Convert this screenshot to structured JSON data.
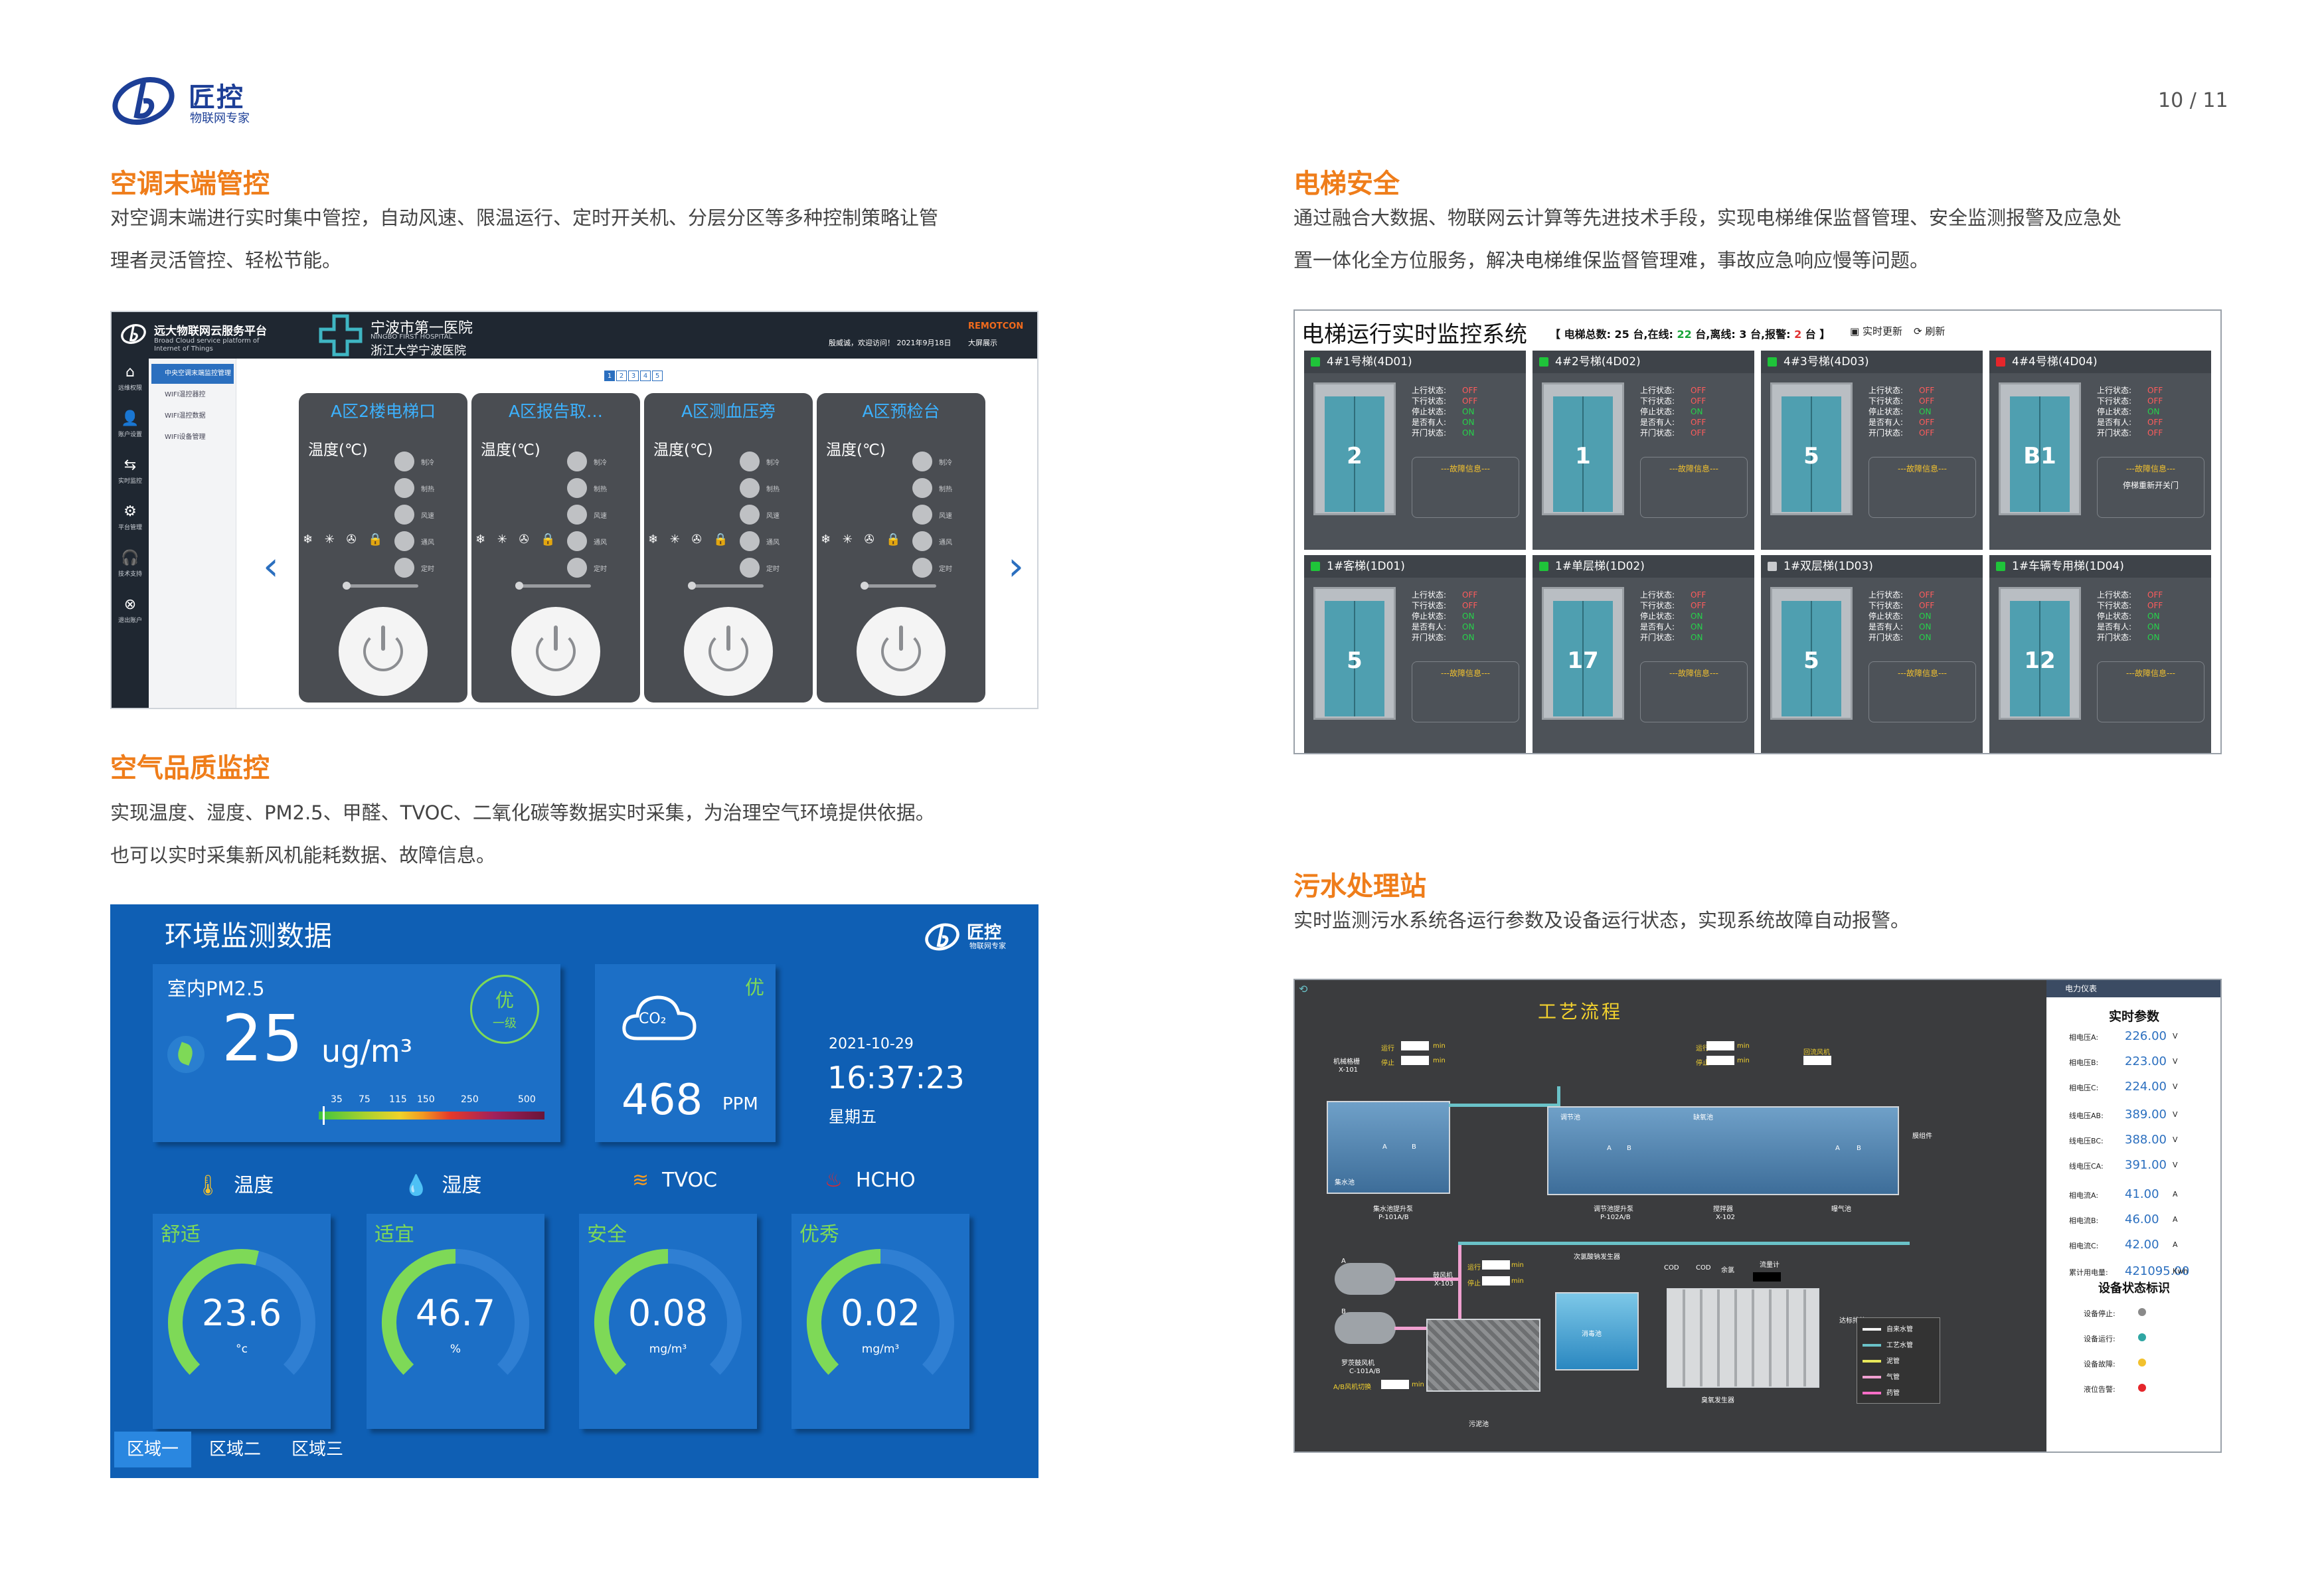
{
  "header": {
    "brand_name": "匠控",
    "brand_sub": "物联网专家",
    "page_number": "10 / 11"
  },
  "sections": {
    "ac": {
      "title": "空调末端管控",
      "text1": "对空调末端进行实时集中管控，自动风速、限温运行、定时开关机、分层分区等多种控制策略让管",
      "text2": "理者灵活管控、轻松节能。"
    },
    "elevator": {
      "title": "电梯安全",
      "text1": "通过融合大数据、物联网云计算等先进技术手段，实现电梯维保监督管理、安全监测报警及应急处",
      "text2": "置一体化全方位服务，解决电梯维保监督管理难，事故应急响应慢等问题。"
    },
    "air": {
      "title": "空气品质监控",
      "text1": "实现温度、湿度、PM2.5、甲醛、TVOC、二氧化碳等数据实时采集，为治理空气环境提供依据。",
      "text2": "也可以实时采集新风机能耗数据、故障信息。"
    },
    "sewage": {
      "title": "污水处理站",
      "text1": "实时监测污水系统各运行参数及设备运行状态，实现系统故障自动报警。"
    }
  },
  "ac_panel": {
    "platform_title": "远大物联网云服务平台",
    "platform_sub": "Broad Cloud service platform of Internet of Things",
    "hospital_name": "宁波市第一医院",
    "hospital_en": "NINGBO FIRST HOSPITAL",
    "hospital_name2": "浙江大学宁波医院",
    "user_info": "殷威诚，欢迎访问！   2021年9月18日",
    "brand": "REMOTCON",
    "big_screen": "大屏展示",
    "side_items": [
      {
        "icon": "⌂",
        "label": "远维权限"
      },
      {
        "icon": "👤",
        "label": "账户设置"
      },
      {
        "icon": "⇆",
        "label": "实时监控"
      },
      {
        "icon": "⚙",
        "label": "平台管理"
      },
      {
        "icon": "🎧",
        "label": "技术支持"
      },
      {
        "icon": "⊗",
        "label": "退出账户"
      }
    ],
    "menu_items": [
      "中央空调末端监控管理",
      "WIFI温控器控",
      "WIFI温控数据",
      "WIFI设备管理"
    ],
    "pages": [
      "1",
      "2",
      "3",
      "4",
      "5"
    ],
    "temp_label": "温度(℃)",
    "options": [
      "制冷",
      "制热",
      "风速",
      "通风",
      "定时"
    ],
    "cards": [
      {
        "title": "A区2楼电梯口"
      },
      {
        "title": "A区报告取…"
      },
      {
        "title": "A区测血压旁"
      },
      {
        "title": "A区预检台"
      }
    ],
    "icons_row": "❄ ✳ ✇ 🔒"
  },
  "elevator_panel": {
    "title": "电梯运行实时监控系统",
    "stats_total_label": "【 电梯总数: ",
    "stats_total": "25",
    "stats_online_label": " 台,在线: ",
    "stats_online": "22",
    "stats_offline_label": " 台,离线: ",
    "stats_offline": "3",
    "stats_alarm_label": " 台,报警: ",
    "stats_alarm": "2",
    "stats_end": " 台 】",
    "btn_realtime": "▣ 实时更新",
    "btn_refresh": "⟳ 刷新",
    "info_keys": [
      "上行状态:",
      "下行状态:",
      "停止状态:",
      "是否有人:",
      "开门状态:"
    ],
    "fault_title": "---故障信息---",
    "cards": [
      {
        "name": "4#1号梯(4D01)",
        "floor": "2",
        "status": "online",
        "vals": [
          "OFF",
          "OFF",
          "ON",
          "ON",
          "ON"
        ],
        "fault_msg": ""
      },
      {
        "name": "4#2号梯(4D02)",
        "floor": "1",
        "status": "online",
        "vals": [
          "OFF",
          "OFF",
          "ON",
          "OFF",
          "OFF"
        ],
        "fault_msg": ""
      },
      {
        "name": "4#3号梯(4D03)",
        "floor": "5",
        "status": "online",
        "vals": [
          "OFF",
          "OFF",
          "ON",
          "OFF",
          "OFF"
        ],
        "fault_msg": ""
      },
      {
        "name": "4#4号梯(4D04)",
        "floor": "B1",
        "status": "alarm",
        "vals": [
          "OFF",
          "OFF",
          "ON",
          "OFF",
          "OFF"
        ],
        "fault_msg": "停梯重新开关门"
      },
      {
        "name": "1#客梯(1D01)",
        "floor": "5",
        "status": "online",
        "vals": [
          "OFF",
          "OFF",
          "ON",
          "ON",
          "ON"
        ],
        "fault_msg": ""
      },
      {
        "name": "1#单层梯(1D02)",
        "floor": "17",
        "status": "online",
        "vals": [
          "OFF",
          "OFF",
          "ON",
          "ON",
          "ON"
        ],
        "fault_msg": ""
      },
      {
        "name": "1#双层梯(1D03)",
        "floor": "5",
        "status": "offline",
        "vals": [
          "OFF",
          "OFF",
          "ON",
          "ON",
          "ON"
        ],
        "fault_msg": ""
      },
      {
        "name": "1#车辆专用梯(1D04)",
        "floor": "12",
        "status": "online",
        "vals": [
          "OFF",
          "OFF",
          "ON",
          "ON",
          "ON"
        ],
        "fault_msg": ""
      }
    ],
    "colors": {
      "online": "#1fc43a",
      "alarm": "#e5262b",
      "offline": "#c9cbce"
    }
  },
  "air_panel": {
    "title": "环境监测数据",
    "logo_name": "匠控",
    "logo_sub": "物联网专家",
    "pm_label": "室内PM2.5",
    "pm_value": "25",
    "pm_unit": "ug/m³",
    "pm_grade": "优",
    "pm_grade_sub": "一级",
    "scale_marks": [
      "35",
      "75",
      "115",
      "150",
      "250",
      "500"
    ],
    "co2_label": "CO₂",
    "co2_grade": "优",
    "co2_value": "468",
    "co2_unit": "PPM",
    "date": "2021-10-29",
    "time": "16:37:23",
    "weekday": "星期五",
    "metric_labels": [
      {
        "icon": "🌡",
        "label": "温度"
      },
      {
        "icon": "💧",
        "label": "湿度"
      },
      {
        "icon": "≋",
        "label": "TVOC"
      },
      {
        "icon": "♨",
        "label": "HCHO"
      }
    ],
    "gauges": [
      {
        "grade": "舒适",
        "value": "23.6",
        "unit": "°c",
        "fill": 0.55
      },
      {
        "grade": "适宜",
        "value": "46.7",
        "unit": "%",
        "fill": 0.5
      },
      {
        "grade": "安全",
        "value": "0.08",
        "unit": "mg/m³",
        "fill": 0.5
      },
      {
        "grade": "优秀",
        "value": "0.02",
        "unit": "mg/m³",
        "fill": 0.5
      }
    ],
    "tabs": [
      "区域一",
      "区域二",
      "区域三"
    ],
    "accent": "#7ed957"
  },
  "sewage_panel": {
    "title": "工艺流程",
    "right_header": "电力仪表",
    "param_title": "实时参数",
    "params": [
      {
        "label": "相电压A:",
        "value": "226.00",
        "unit": "V"
      },
      {
        "label": "相电压B:",
        "value": "223.00",
        "unit": "V"
      },
      {
        "label": "相电压C:",
        "value": "224.00",
        "unit": "V"
      },
      {
        "label": "线电压AB:",
        "value": "389.00",
        "unit": "V"
      },
      {
        "label": "线电压BC:",
        "value": "388.00",
        "unit": "V"
      },
      {
        "label": "线电压CA:",
        "value": "391.00",
        "unit": "V"
      },
      {
        "label": "相电流A:",
        "value": "41.00",
        "unit": "A"
      },
      {
        "label": "相电流B:",
        "value": "46.00",
        "unit": "A"
      },
      {
        "label": "相电流C:",
        "value": "42.00",
        "unit": "A"
      },
      {
        "label": "累计用电量:",
        "value": "421095.00",
        "unit": "Kwh"
      }
    ],
    "legend_title": "设备状态标识",
    "legend": [
      {
        "label": "设备停止:",
        "color": "#8a8a8a"
      },
      {
        "label": "设备运行:",
        "color": "#2fa6a3"
      },
      {
        "label": "设备故障:",
        "color": "#f2c12e"
      },
      {
        "label": "液位告警:",
        "color": "#e5262b"
      }
    ],
    "labels": {
      "grid": "机械格栅",
      "grid_code": "X-101",
      "run": "运行",
      "stop": "停止",
      "min": "min",
      "collect": "集水池",
      "pump1": "集水池提升泵",
      "pump1_code": "P-101A/B",
      "adjust": "调节池",
      "contact": "缺氧池",
      "pump2": "调节池提升泵",
      "pump2_code": "P-102A/B",
      "mixer": "搅拌器",
      "mixer_code": "X-102",
      "return": "回流风机",
      "aer": "曝气池",
      "fan": "鼓风机",
      "fan_code": "X-103",
      "disinfect": "消毒池",
      "cod": "COD",
      "cod2": "余氯",
      "flow": "流量计",
      "gen": "次氯酸钠发生器",
      "ozone": "臭氧发生器",
      "blower": "罗茨鼓风机",
      "blower_code": "C-101A/B",
      "ab_switch": "A/B风机切换",
      "sludge": "污泥池",
      "discharge": "达标排放",
      "membrane": "膜组件",
      "letter_a": "A",
      "letter_b": "B"
    },
    "pipe_key": [
      {
        "label": "自来水管",
        "color": "#f2f2f2"
      },
      {
        "label": "工艺水管",
        "color": "#6ac2c8"
      },
      {
        "label": "泥管",
        "color": "#e8e85a"
      },
      {
        "label": "气管",
        "color": "#f0a0d0"
      },
      {
        "label": "药管",
        "color": "#ff6ec7"
      }
    ]
  }
}
